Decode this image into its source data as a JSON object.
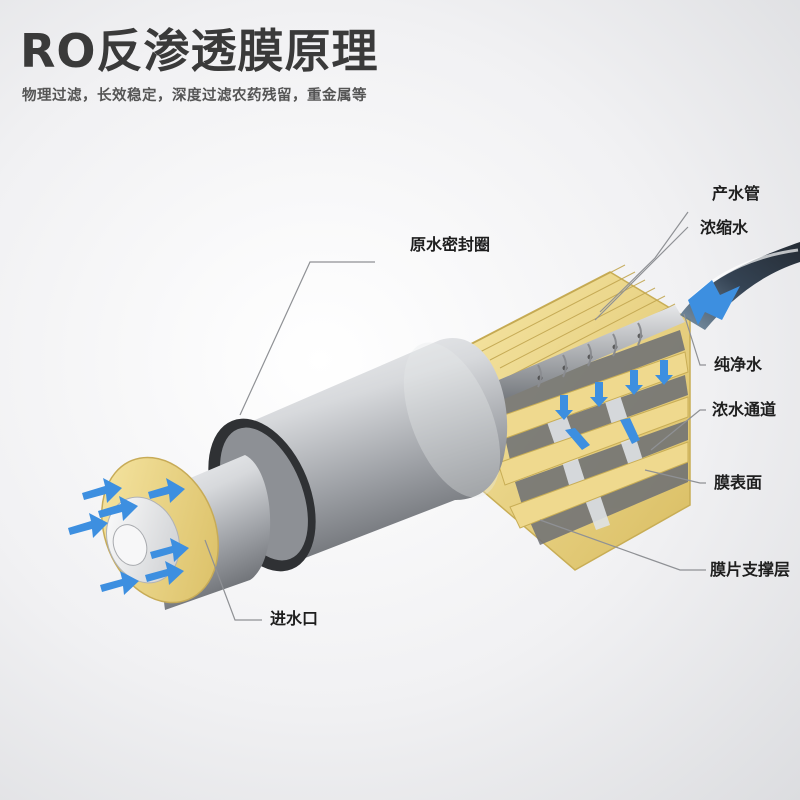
{
  "header": {
    "title": "RO反渗透膜原理",
    "subtitle": "物理过滤，长效稳定，深度过滤农药残留，重金属等"
  },
  "labels": {
    "seal": "原水密封圈",
    "product_tube": "产水管",
    "concentrate": "浓缩水",
    "pure_water": "纯净水",
    "concentrate_channel": "浓水通道",
    "membrane_surface": "膜表面",
    "support_layer": "膜片支撑层",
    "inlet": "进水口"
  },
  "colors": {
    "membrane": "#f0dc96",
    "arrow": "#3d8fe0",
    "tube": "#c8cacd",
    "seal": "#3b3d40"
  }
}
